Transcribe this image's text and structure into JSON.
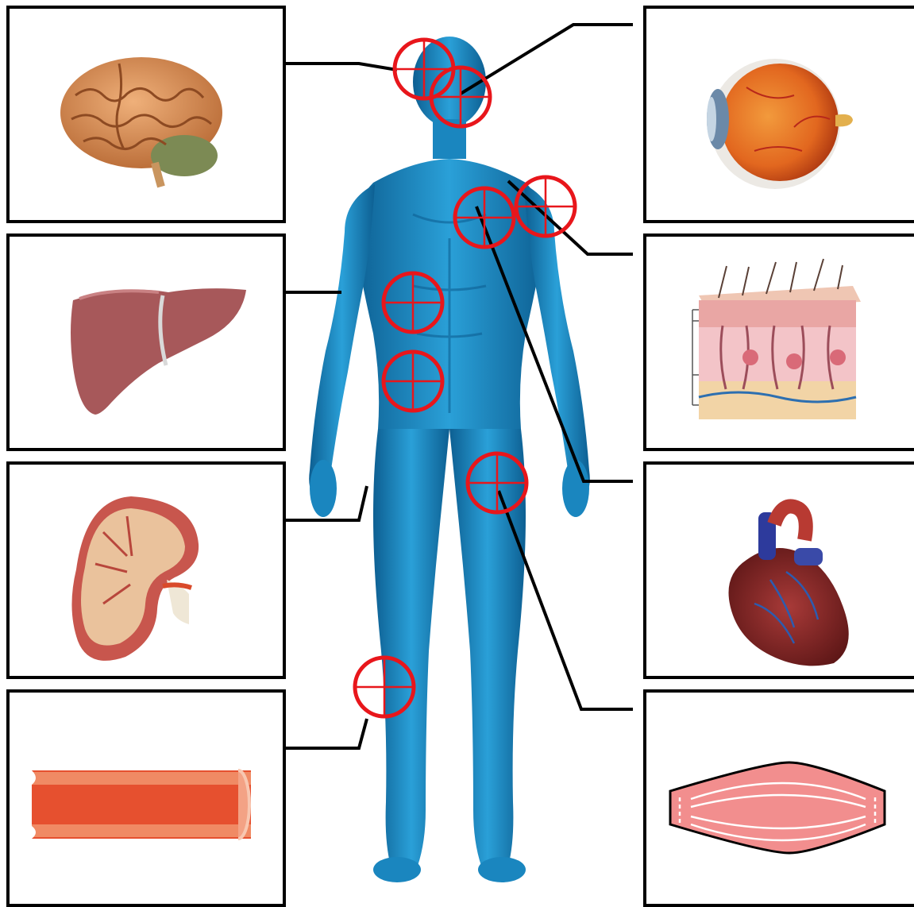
{
  "diagram": {
    "subject": "human body",
    "panels": [
      {
        "side": "left",
        "icon": "brain-icon"
      },
      {
        "side": "left",
        "icon": "liver-icon"
      },
      {
        "side": "left",
        "icon": "kidney-icon"
      },
      {
        "side": "left",
        "icon": "blood-vessel-icon"
      },
      {
        "side": "right",
        "icon": "eye-icon"
      },
      {
        "side": "right",
        "icon": "skin-icon"
      },
      {
        "side": "right",
        "icon": "heart-icon"
      },
      {
        "side": "right",
        "icon": "muscle-icon"
      }
    ],
    "markers": [
      "head",
      "eye",
      "chest",
      "shoulder",
      "upper-abdomen",
      "lower-abdomen",
      "thigh",
      "knee"
    ],
    "colors": {
      "body": "#1f8fc8",
      "body_dark": "#0d5f92",
      "target": "#e8161b",
      "frame": "#000000",
      "brain": "#d9894c",
      "liver": "#a7585a",
      "kidney": "#c8564d",
      "vessel": "#e6502f",
      "eye": "#e2671f",
      "skin": "#e9a6a4",
      "heart": "#8a2727",
      "muscle": "#f28e8e"
    }
  }
}
